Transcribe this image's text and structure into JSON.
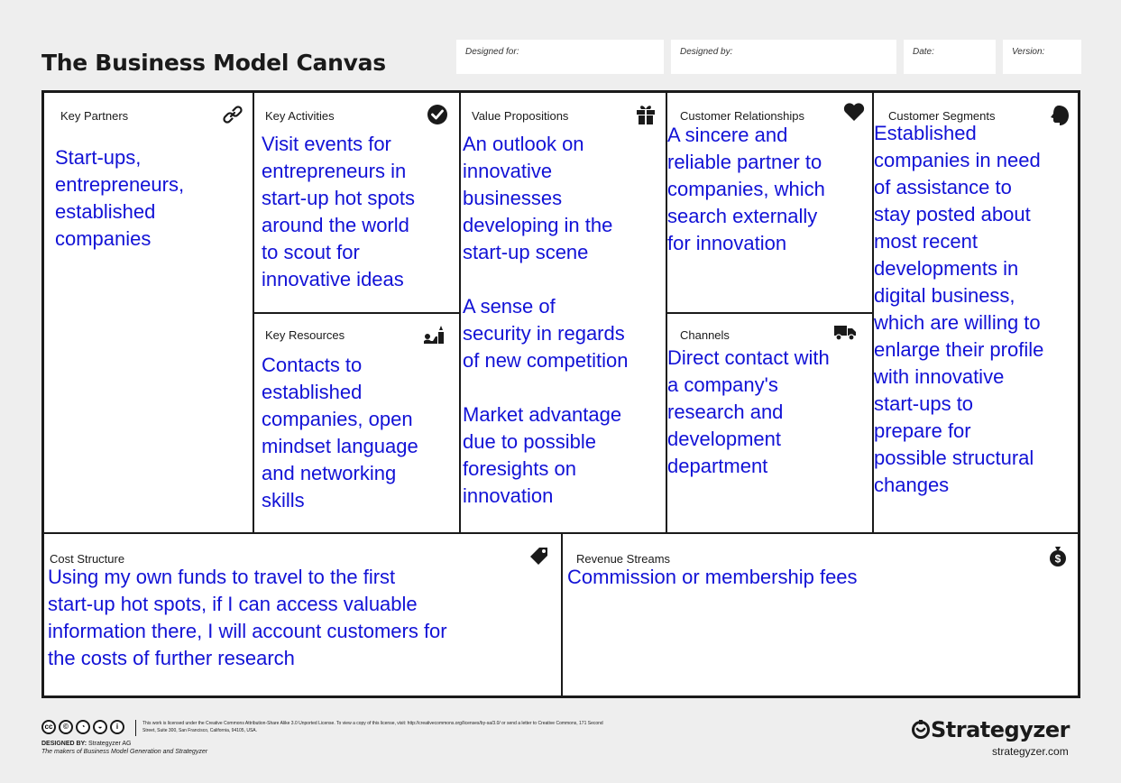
{
  "header": {
    "title": "The Business Model Canvas",
    "designed_for": "Designed for:",
    "designed_by": "Designed by:",
    "date": "Date:",
    "version": "Version:"
  },
  "blocks": {
    "key_partners": {
      "label": "Key Partners",
      "icon": "link-icon",
      "content": "Start-ups,\nentrepreneurs,\nestablished\ncompanies"
    },
    "key_activities": {
      "label": "Key Activities",
      "icon": "checkmark-icon",
      "content": "Visit events for\nentrepreneurs in\nstart-up hot spots\naround the world\nto scout for\ninnovative ideas"
    },
    "key_resources": {
      "label": "Key Resources",
      "icon": "factory-worker-icon",
      "content": "Contacts to\nestablished\ncompanies, open\nmindset language\nand networking\nskills"
    },
    "value_propositions": {
      "label": "Value Propositions",
      "icon": "gift-icon",
      "content": "An outlook on\ninnovative\nbusinesses\ndeveloping in the\nstart-up scene\n\nA sense of\nsecurity in regards\nof new competition\n\nMarket advantage\ndue to possible\nforesights on\ninnovation"
    },
    "customer_relationships": {
      "label": "Customer Relationships",
      "icon": "heart-icon",
      "content": "A sincere and\nreliable partner to\ncompanies, which\nsearch externally\nfor innovation"
    },
    "channels": {
      "label": "Channels",
      "icon": "truck-icon",
      "content": "Direct contact with\na company's\nresearch and\ndevelopment\ndepartment"
    },
    "customer_segments": {
      "label": "Customer Segments",
      "icon": "head-icon",
      "content": "Established\ncompanies in need\nof assistance to\nstay posted about\nmost recent\ndevelopments in\ndigital business,\nwhich are willing to\nenlarge their profile\nwith innovative\nstart-ups to\nprepare for\npossible structural\nchanges"
    },
    "cost_structure": {
      "label": "Cost Structure",
      "icon": "price-tag-icon",
      "content": "Using my own funds to travel to the first\nstart-up hot spots, if I can access valuable\ninformation there, I will account customers for\nthe costs of further research"
    },
    "revenue_streams": {
      "label": "Revenue Streams",
      "icon": "money-bag-icon",
      "content": "Commission or membership fees"
    }
  },
  "footer": {
    "license_icons": [
      "cc",
      "by",
      "sa",
      "nc",
      "person"
    ],
    "license_text": "This work is licensed under the Creative Commons Attribution-Share Alike 3.0 Unported License. To view a copy of this license, visit: http://creativecommons.org/licenses/by-sa/3.0/ or send a letter to Creative Commons, 171 Second Street, Suite 300, San Francisco, California, 94105, USA.",
    "designed_by_label": "DESIGNED BY:",
    "designed_by_value": "Strategyzer AG",
    "makers": "The makers of Business Model Generation and Strategyzer",
    "brand": "Strategyzer",
    "brand_url": "strategyzer.com"
  },
  "colors": {
    "content_text": "#1212d6",
    "border": "#1a1a1a",
    "background": "#eeeeee"
  }
}
